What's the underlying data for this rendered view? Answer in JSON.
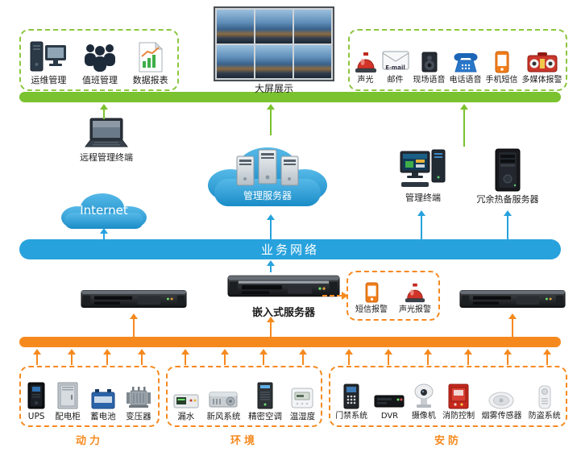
{
  "zones": {
    "ops": {
      "items": [
        {
          "label": "运维管理"
        },
        {
          "label": "值班管理"
        },
        {
          "label": "数据报表"
        }
      ]
    },
    "video_wall": {
      "label": "大屏展示"
    },
    "alerts": {
      "email_text": "E-mail",
      "items": [
        {
          "label": "声光"
        },
        {
          "label": "邮件"
        },
        {
          "label": "现场语音"
        },
        {
          "label": "电话语音"
        },
        {
          "label": "手机短信"
        },
        {
          "label": "多媒体报警"
        }
      ]
    }
  },
  "network": {
    "remote_terminal": "远程管理终端",
    "internet": "Internet",
    "management_server": "管理服务器",
    "management_terminal": "管理终端",
    "redundant_server": "冗余热备服务器",
    "business_bar": "业务网络",
    "embedded_server": "嵌入式服务器"
  },
  "alarm_outputs": {
    "items": [
      {
        "label": "短信报警"
      },
      {
        "label": "声光报警"
      }
    ]
  },
  "device_groups": [
    {
      "title": "动力",
      "items": [
        {
          "label": "UPS"
        },
        {
          "label": "配电柜"
        },
        {
          "label": "蓄电池"
        },
        {
          "label": "变压器"
        }
      ]
    },
    {
      "title": "环境",
      "items": [
        {
          "label": "漏水"
        },
        {
          "label": "新风系统"
        },
        {
          "label": "精密空调"
        },
        {
          "label": "温湿度"
        }
      ]
    },
    {
      "title": "安防",
      "items": [
        {
          "label": "门禁系统"
        },
        {
          "label": "DVR"
        },
        {
          "label": "摄像机"
        },
        {
          "label": "消防控制"
        },
        {
          "label": "烟雾传感器"
        },
        {
          "label": "防盗系统"
        }
      ]
    }
  ],
  "colors": {
    "green": "#7ac230",
    "blue": "#27a2dd",
    "orange": "#f6891e",
    "cloud_blue": "#2aa3de"
  }
}
